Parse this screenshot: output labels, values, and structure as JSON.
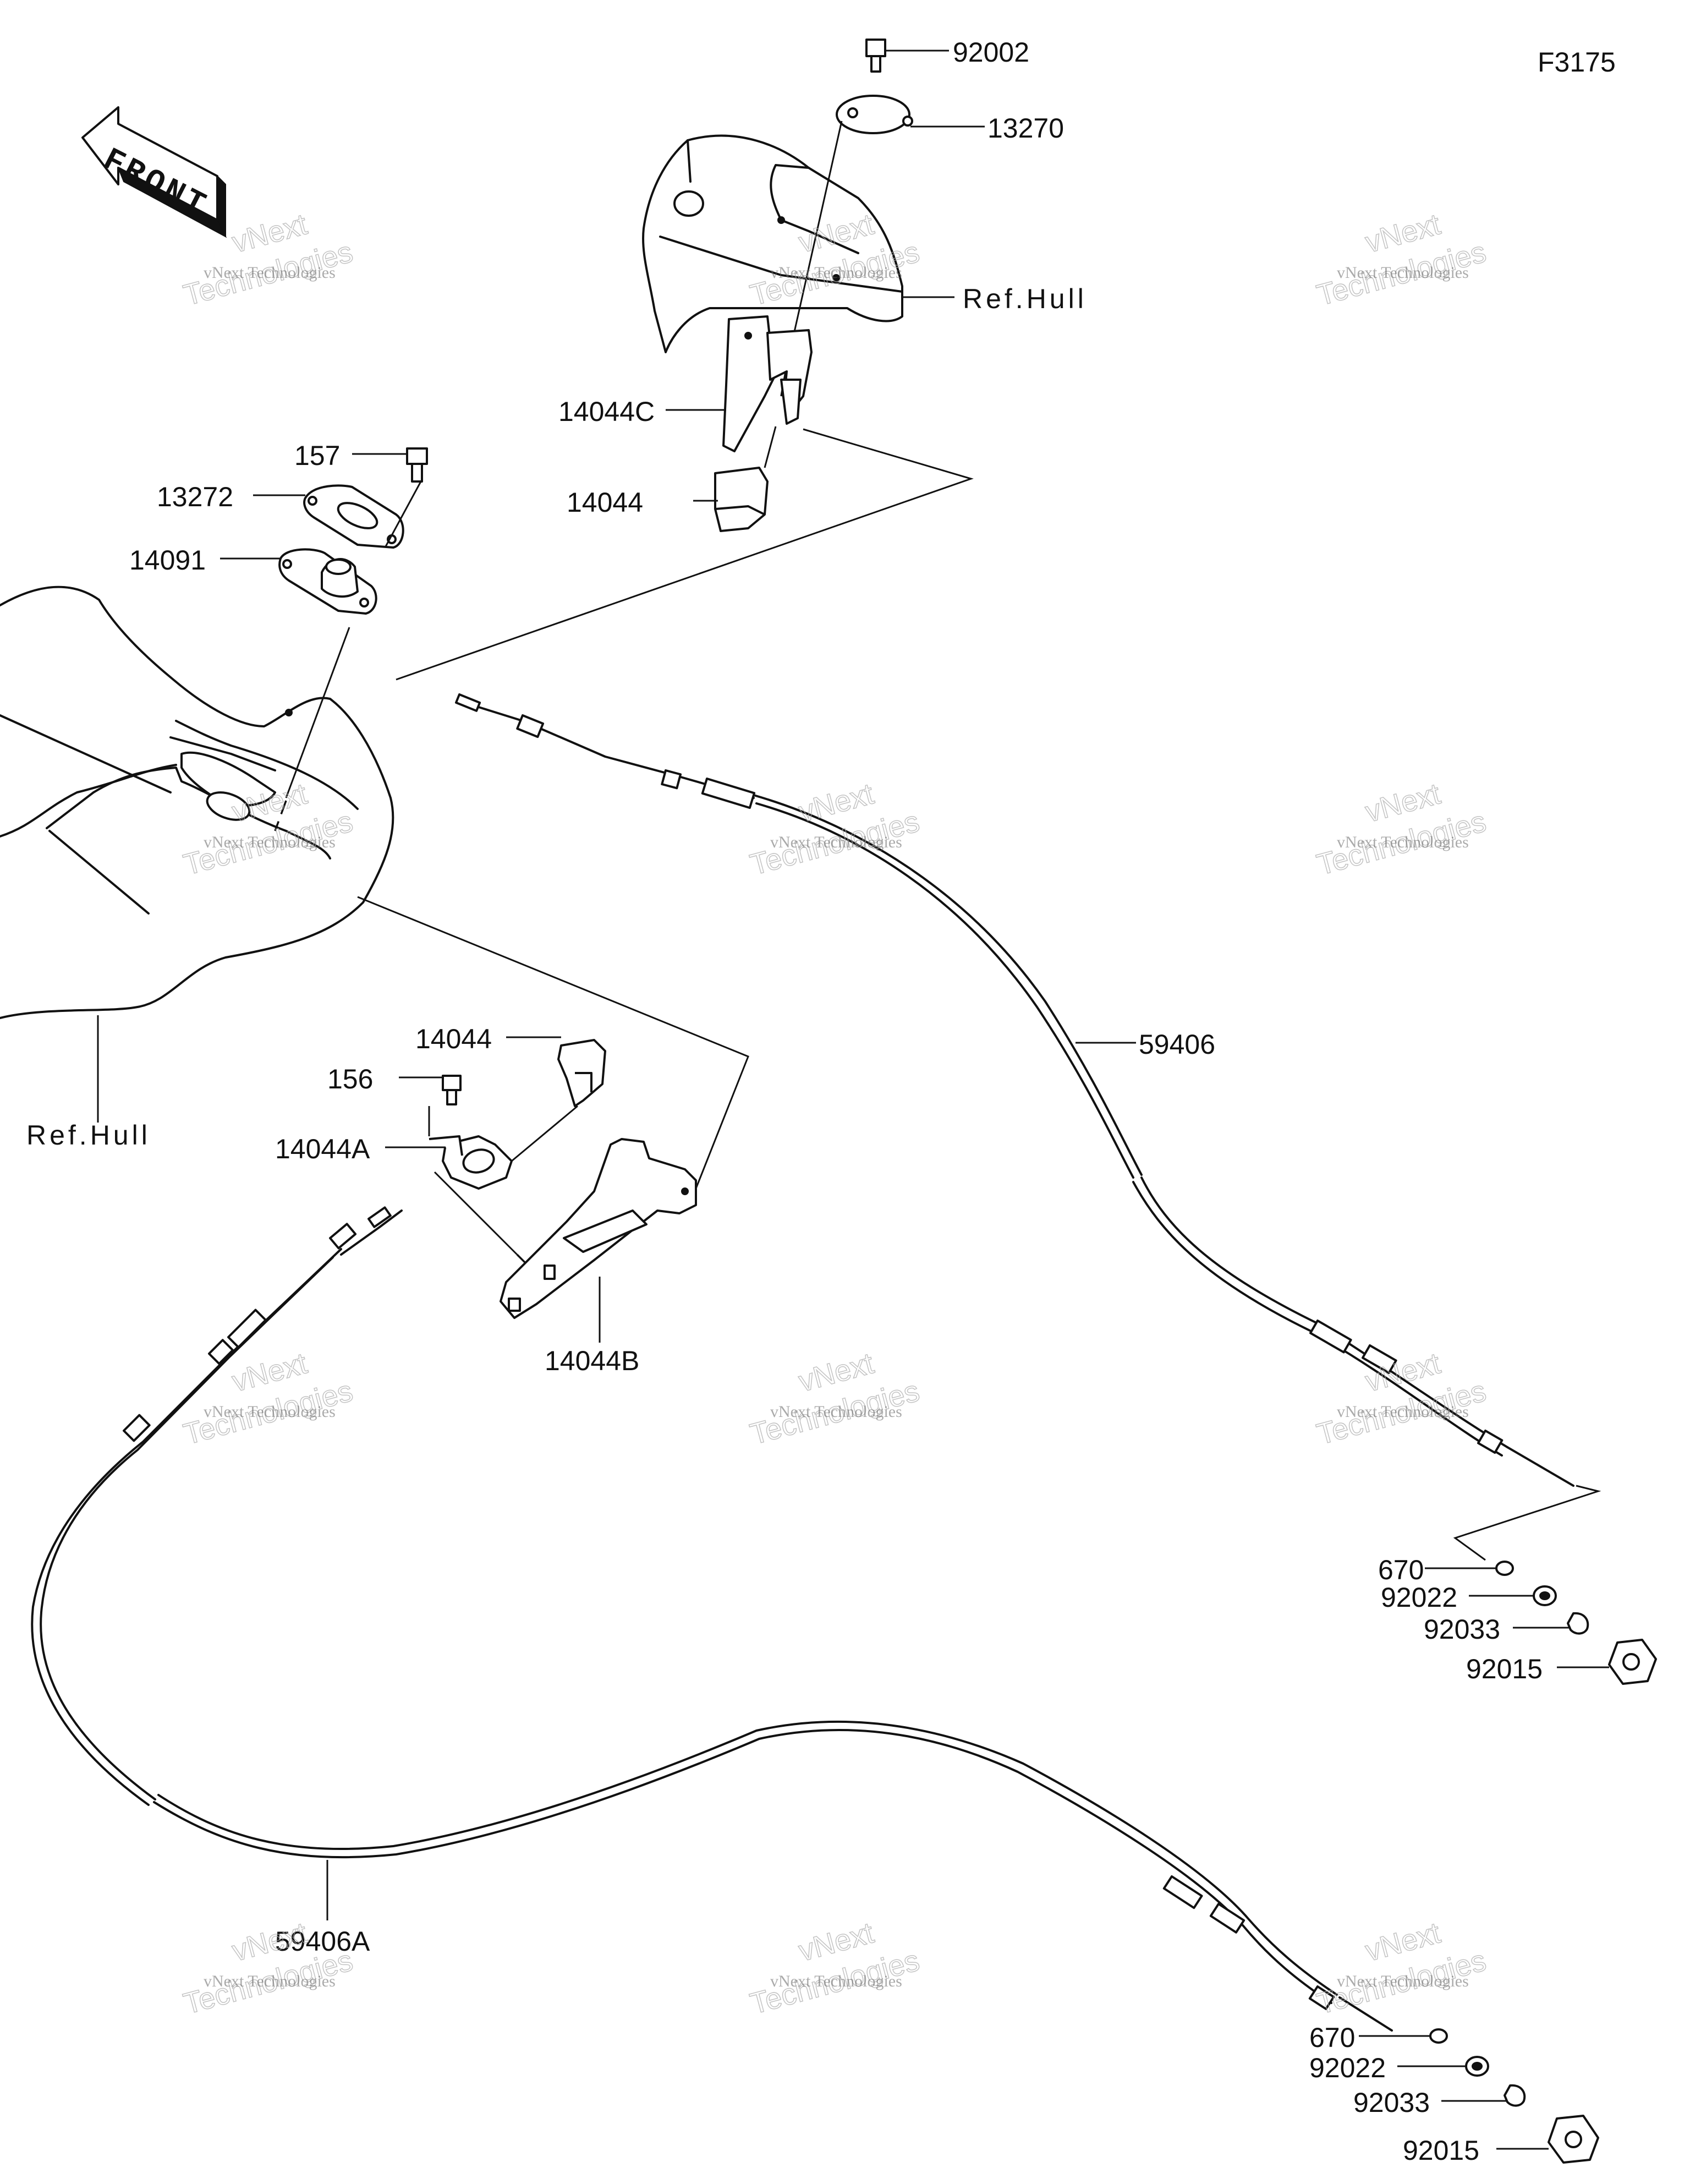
{
  "figure_code": "F3175",
  "front_label": "FRONT",
  "ref_hull_label": "Ref.Hull",
  "watermark": {
    "brand_top": "vNext",
    "brand_line": "vNext Technologies",
    "brand_large": "Technologies"
  },
  "parts": {
    "p92002": "92002",
    "p13270": "13270",
    "p14044C": "14044C",
    "p14044_top": "14044",
    "p157": "157",
    "p13272": "13272",
    "p14091": "14091",
    "p59406": "59406",
    "p14044_mid": "14044",
    "p156": "156",
    "p14044A": "14044A",
    "p14044B": "14044B",
    "p670_a": "670",
    "p92022_a": "92022",
    "p92033_a": "92033",
    "p92015_a": "92015",
    "p59406A": "59406A",
    "p670_b": "670",
    "p92022_b": "92022",
    "p92033_b": "92033",
    "p92015_b": "92015"
  }
}
